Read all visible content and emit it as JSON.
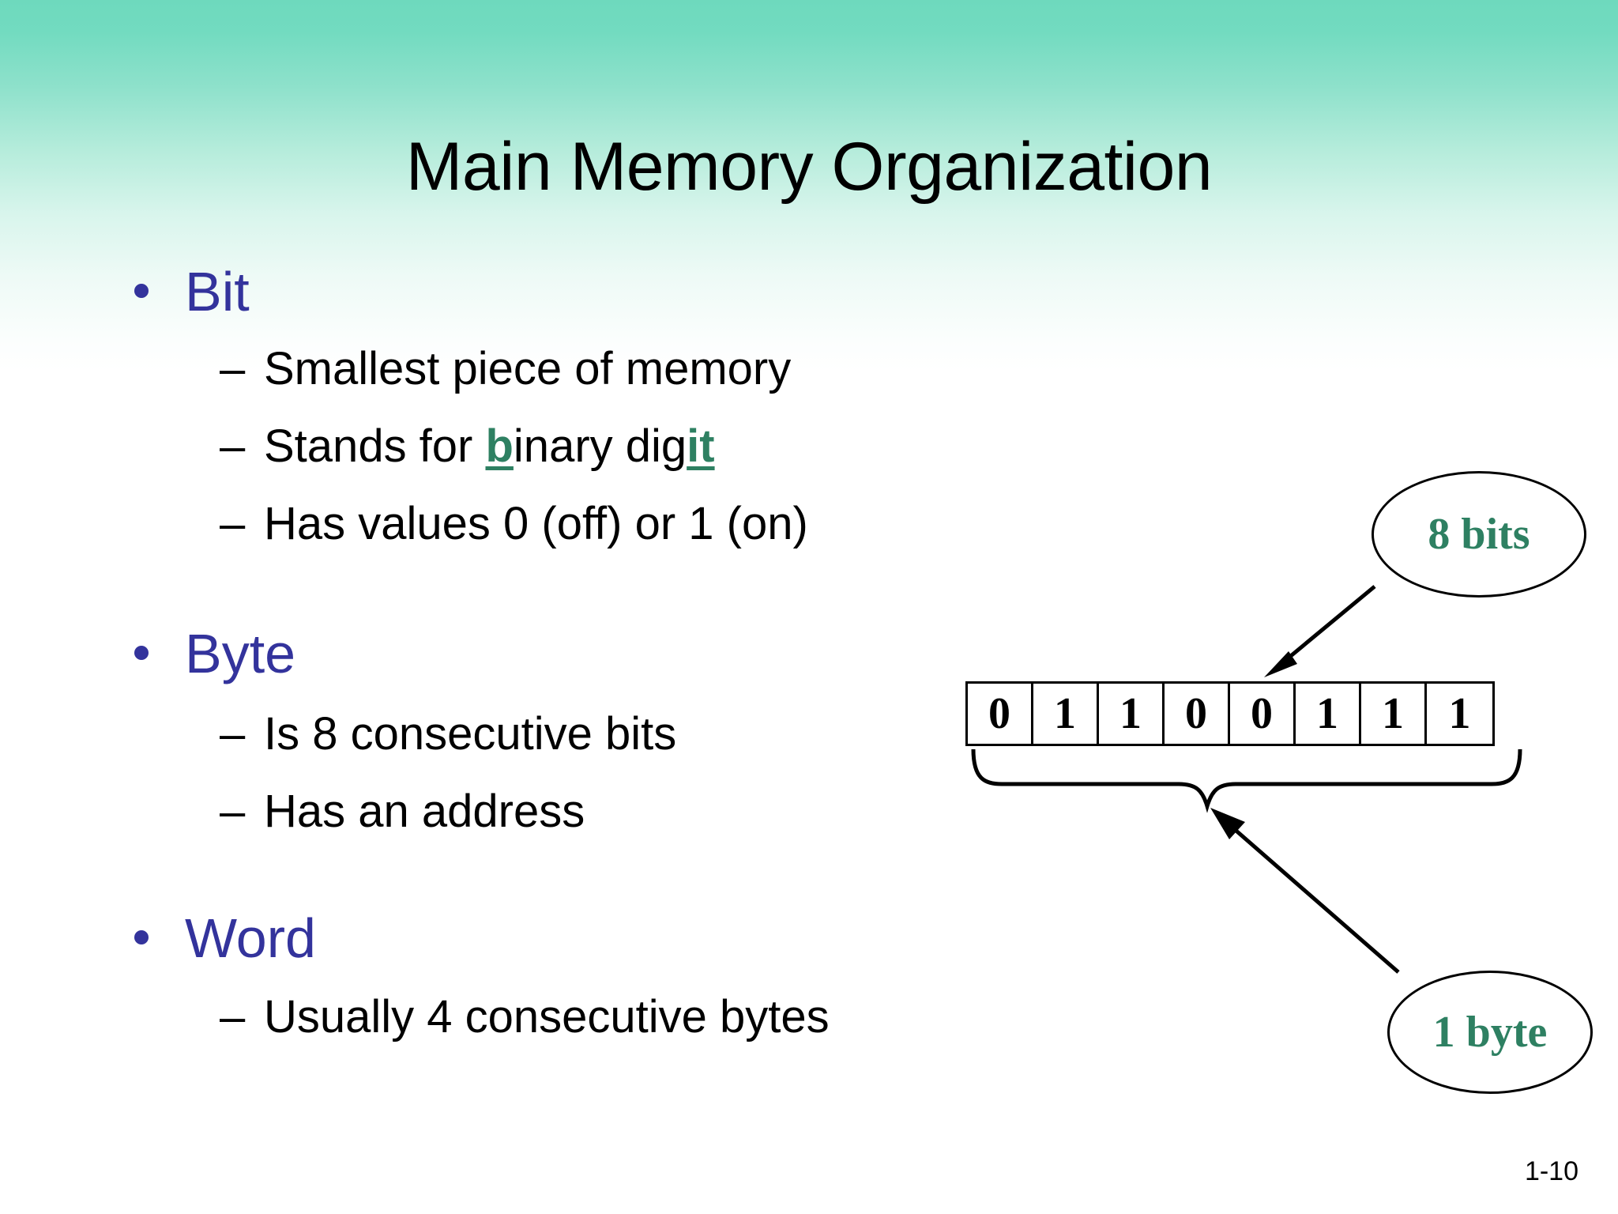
{
  "slide": {
    "title": "Main Memory Organization",
    "page_number": "1-10",
    "colors": {
      "background_top": "#6ed9bd",
      "background_bottom": "#ffffff",
      "heading_text": "#000000",
      "level1_bullet": "#33339c",
      "level2_text": "#000000",
      "accent_green": "#2e8062",
      "diagram_stroke": "#000000"
    }
  },
  "bullets": [
    {
      "label": "Bit",
      "sub": [
        {
          "prefix": "–",
          "text": "Smallest piece of memory"
        },
        {
          "prefix": "–",
          "parts": [
            {
              "t": "Stands for ",
              "style": "plain"
            },
            {
              "t": "b",
              "style": "green-underline"
            },
            {
              "t": "inary dig",
              "style": "plain"
            },
            {
              "t": "it",
              "style": "green-underline"
            }
          ],
          "text": "Stands for binary digit"
        },
        {
          "prefix": "–",
          "text": "Has values 0 (off) or 1 (on)"
        }
      ]
    },
    {
      "label": "Byte",
      "sub": [
        {
          "prefix": "–",
          "text": "Is 8 consecutive bits"
        },
        {
          "prefix": "–",
          "text": "Has an address"
        }
      ]
    },
    {
      "label": "Word",
      "sub": [
        {
          "prefix": "–",
          "text": "Usually 4 consecutive bytes"
        }
      ]
    }
  ],
  "diagram": {
    "bits": [
      "0",
      "1",
      "1",
      "0",
      "0",
      "1",
      "1",
      "1"
    ],
    "callout_top": "8 bits",
    "callout_bottom": "1 byte"
  }
}
